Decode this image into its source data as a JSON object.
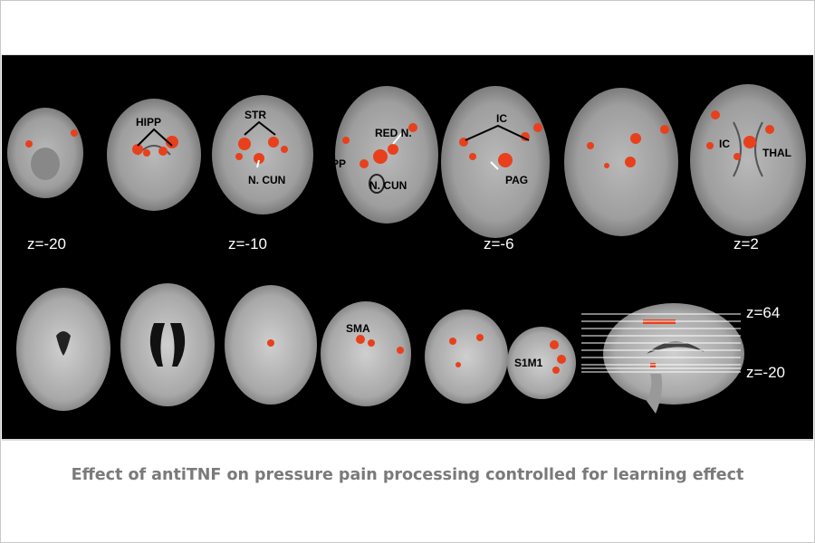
{
  "caption": "Effect of antiTNF on pressure pain processing controlled for learning effect",
  "colors": {
    "activation": "#e8401c",
    "background": "#000000",
    "brain": "#bdbdbd",
    "caption": "#7a7a7a"
  },
  "slices_top": [
    "z=-20",
    "z=-10",
    "z=-6",
    "z=2"
  ],
  "sagittal_labels": {
    "top": "z=64",
    "bottom": "z=-20"
  },
  "region_labels": {
    "hipp_1": "HIPP",
    "str": "STR",
    "n_cun_1": "N. CUN",
    "red_n": "RED N.",
    "hipp_2": "HIPP",
    "n_cun_2": "N. CUN",
    "ic_1": "IC",
    "pag": "PAG",
    "ic_2": "IC",
    "thal": "THAL",
    "sma": "SMA",
    "s1m1": "S1M1"
  }
}
